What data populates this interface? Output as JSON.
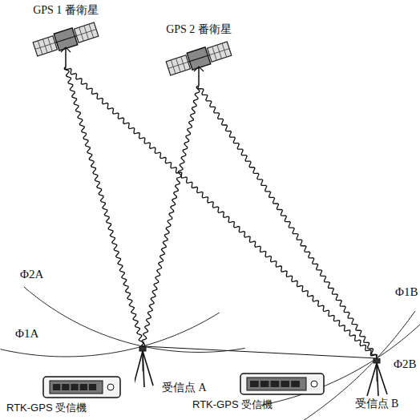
{
  "diagram": {
    "nodes": [
      {
        "text": [
          "GPS 1 番衛星"
        ]
      },
      {
        "text": [
          "GPS 2 番衛星"
        ]
      },
      {
        "text": [
          "受信点 A"
        ]
      },
      {
        "text": [
          "受信点 B"
        ]
      },
      {
        "text": [
          "RTK-GPS 受信機"
        ]
      },
      {
        "text": [
          "RTK-GPS 受信機"
        ]
      }
    ],
    "edges": [
      {
        "from": 0,
        "to": 2,
        "arrow": "none"
      },
      {
        "from": 0,
        "to": 3,
        "arrow": "none"
      },
      {
        "from": 1,
        "to": 2,
        "arrow": "none"
      },
      {
        "from": 1,
        "to": 3,
        "arrow": "none"
      },
      {
        "from": 2,
        "to": 3,
        "arrow": "none"
      }
    ],
    "labels": [
      "Φ2A",
      "Φ1A",
      "Φ2B",
      "Φ1B"
    ]
  }
}
